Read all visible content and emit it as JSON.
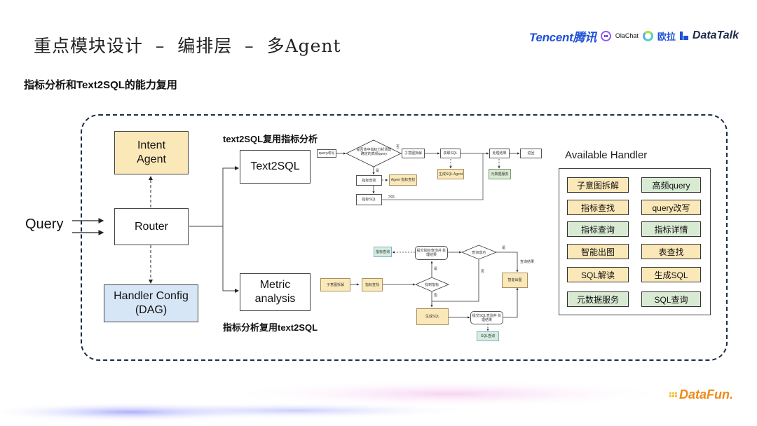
{
  "header": {
    "title": "重点模块设计  –  编排层  –  多Agent",
    "subtitle": "指标分析和Text2SQL的能力复用",
    "logos": {
      "tencent": "Tencent",
      "tencent_cn": "腾讯",
      "olachat": "OlaChat",
      "ou_la": "欧拉",
      "datatalk": "DataTalk"
    }
  },
  "diagram": {
    "query_label": "Query",
    "router": "Router",
    "intent_agent": "Intent Agent",
    "handler_config": "Handler Config (DAG)",
    "text2sql": "Text2SQL",
    "metric_analysis": "Metric analysis",
    "text2sql_caption": "text2SQL复用指标分析",
    "metric_caption": "指标分析复用text2SQL",
    "colors": {
      "yellow": "#fbe8b8",
      "blue": "#d7e6f6",
      "green": "#d9ead3",
      "frame": "#1f2d46"
    }
  },
  "text2sql_flow": {
    "query_rewrite": "query改写",
    "decision": "是否命中指标分析场景 确定的高频query",
    "yes": "是",
    "no": "否",
    "sub_intent": "子意图拆解",
    "generate_sql": "获取SQL",
    "generate_sql_agent": "生成SQL Agent",
    "process_result": "处理结果",
    "return": "返回",
    "metadata_service": "元数据服务",
    "metric_lookup": "指标查找",
    "agent_metric_lookup": "Agent 指标查找",
    "metric_sql": "指标SQL",
    "sql_label": "SQL"
  },
  "metric_flow": {
    "sub_intent": "子意图拆解",
    "metric_lookup": "指标查找",
    "found_metric": "找到指标",
    "yes": "是",
    "no": "否",
    "submit_metric_query": "提交指标查询并 处理结果",
    "metric_query": "指标查询",
    "query_success": "查询成功",
    "query_result": "查询结果",
    "smart_chart": "智能出图",
    "generate_sql": "生成SQL",
    "submit_sql_query": "提交SQL查询并 处理结果",
    "sql_query": "SQL查询"
  },
  "handlers": {
    "title": "Available Handler",
    "items": [
      {
        "label": "子意图拆解",
        "color": "yellow"
      },
      {
        "label": "高频query",
        "color": "green"
      },
      {
        "label": "指标查找",
        "color": "yellow"
      },
      {
        "label": "query改写",
        "color": "yellow"
      },
      {
        "label": "指标查询",
        "color": "green"
      },
      {
        "label": "指标详情",
        "color": "green"
      },
      {
        "label": "智能出图",
        "color": "yellow"
      },
      {
        "label": "表查找",
        "color": "yellow"
      },
      {
        "label": "SQL解读",
        "color": "yellow"
      },
      {
        "label": "生成SQL",
        "color": "yellow"
      },
      {
        "label": "元数据服务",
        "color": "green"
      },
      {
        "label": "SQL查询",
        "color": "green"
      }
    ]
  },
  "footer": {
    "brand": "DataFun."
  }
}
